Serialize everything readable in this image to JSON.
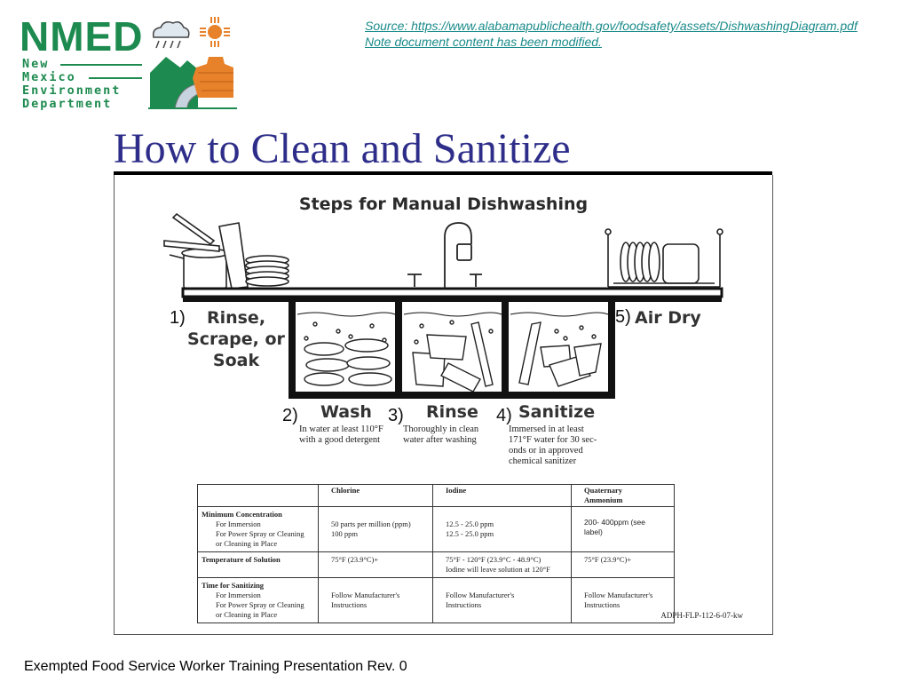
{
  "logo": {
    "acronym": "NMED",
    "line1": "New",
    "line2": "Mexico",
    "line3": "Environment",
    "line4": "Department"
  },
  "source": {
    "line1": "Source: https://www.alabamapublichealth.gov/foodsafety/assets/DishwashingDiagram.pdf",
    "line2": "Note document content has been modified."
  },
  "title": "How to Clean and Sanitize",
  "diagram": {
    "heading": "Steps for Manual Dishwashing",
    "steps": [
      {
        "num": "1)",
        "label_lines": [
          "Rinse,",
          "Scrape, or",
          "Soak"
        ]
      },
      {
        "num": "2)",
        "label": "Wash",
        "desc_lines": [
          "In water at least 110°F",
          "with a good detergent"
        ]
      },
      {
        "num": "3)",
        "label": "Rinse",
        "desc_lines": [
          "Thoroughly in clean",
          "water after washing"
        ]
      },
      {
        "num": "4)",
        "label": "Sanitize",
        "desc_lines": [
          "Immersed in at least",
          "171°F water for 30 sec-",
          "onds or in approved",
          "chemical sanitizer"
        ]
      },
      {
        "num": "5)",
        "label": "Air Dry"
      }
    ]
  },
  "table": {
    "headers": [
      "",
      "Chlorine",
      "Iodine",
      "Quaternary Ammonium"
    ],
    "rows": [
      {
        "head": "Minimum Concentration",
        "sub": [
          "For Immersion",
          "For Power Spray or Cleaning",
          "or Cleaning in Place"
        ],
        "chlorine": [
          "50 parts per million (ppm)",
          "100 ppm"
        ],
        "iodine": [
          "12.5 - 25.0 ppm",
          "12.5 - 25.0 ppm"
        ],
        "quat": [
          "200- 400ppm (see",
          "label)"
        ]
      },
      {
        "head": "Temperature of Solution",
        "chlorine": [
          "75°F (23.9°C)+"
        ],
        "iodine": [
          "75°F - 120°F (23.9°C - 48.9°C)",
          "Iodine will leave solution at 120°F"
        ],
        "quat": [
          "75°F (23.9°C)+"
        ]
      },
      {
        "head": "Time for Sanitizing",
        "sub": [
          "For Immersion",
          "For Power Spray or Cleaning",
          "or Cleaning in Place"
        ],
        "chlorine": [
          "Follow Manufacturer's",
          "Instructions"
        ],
        "iodine": [
          "Follow Manufacturer's",
          "Instructions"
        ],
        "quat": [
          "Follow Manufacturer's",
          "Instructions"
        ]
      }
    ],
    "reference": "ADPH-FLP-112-6-07-kw"
  },
  "footer": "Exempted Food Service Worker Training Presentation Rev. 0",
  "colors": {
    "brand_green": "#1d8a4f",
    "title_blue": "#2e2e8a",
    "link_teal": "#1b8a8a",
    "sun_orange": "#e8822a"
  }
}
